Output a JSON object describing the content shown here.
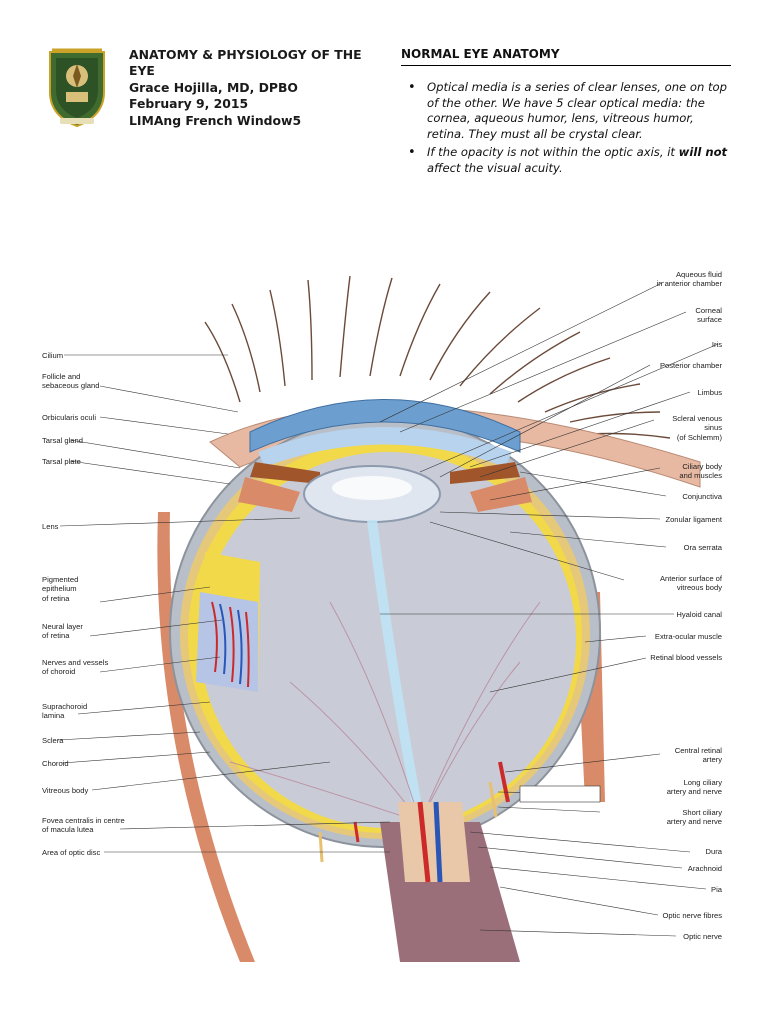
{
  "header": {
    "logo_name": "school-crest",
    "title": "ANATOMY & PHYSIOLOGY OF THE EYE",
    "lecturer": "Grace Hojilla, MD, DPBO",
    "date": "February 9, 2015",
    "transcriber": "LIMAng French Window5"
  },
  "section": {
    "title": "NORMAL EYE ANATOMY",
    "bullets": [
      {
        "before": "Optical media is a series of clear lenses, one on top of the other. We have 5 clear optical media: the cornea, aqueous humor, lens, vitreous humor, retina. They must all be crystal clear.",
        "bold": "",
        "after": ""
      },
      {
        "before": "If the opacity is not within the optic axis, it ",
        "bold": "will not",
        "after": " affect the visual acuity."
      }
    ]
  },
  "figure": {
    "left_labels": [
      "Cilium",
      "Follicle and\nsebaceous gland",
      "Orbicularis oculi",
      "Tarsal gland",
      "Tarsal plate",
      "Lens",
      "Pigmented\nepithelium\nof retina",
      "Neural layer\nof retina",
      "Nerves and vessels\nof choroid",
      "Suprachoroid\nlamina",
      "Sclera",
      "Choroid",
      "Vitreous body",
      "Fovea centralis in centre\nof macula lutea",
      "Area of optic disc"
    ],
    "right_labels": [
      "Aqueous fluid\nin anterior chamber",
      "Corneal\nsurface",
      "Iris",
      "Posterior chamber",
      "Limbus",
      "Scleral venous\nsinus\n(of Schlemm)",
      "Ciliary body\nand muscles",
      "Conjunctiva",
      "Zonular ligament",
      "Ora serrata",
      "Anterior surface of\nvitreous body",
      "Hyaloid canal",
      "Extra-ocular muscle",
      "Retinal blood vessels",
      "Central retinal\nartery",
      "Long ciliary\nartery and nerve",
      "Short ciliary\nartery and nerve",
      "Dura",
      "Arachnoid",
      "Pia",
      "Optic nerve fibres",
      "Optic nerve"
    ],
    "colors": {
      "sclera": "#b9bfc8",
      "vitreous": "#c9ccd6",
      "skin": "#e8b9a2",
      "muscle": "#d98a68",
      "retina_pigment": "#f2d94a",
      "cornea_blue": "#6c9fd0",
      "artery": "#cc2a2a",
      "vein": "#2a56b8"
    }
  }
}
